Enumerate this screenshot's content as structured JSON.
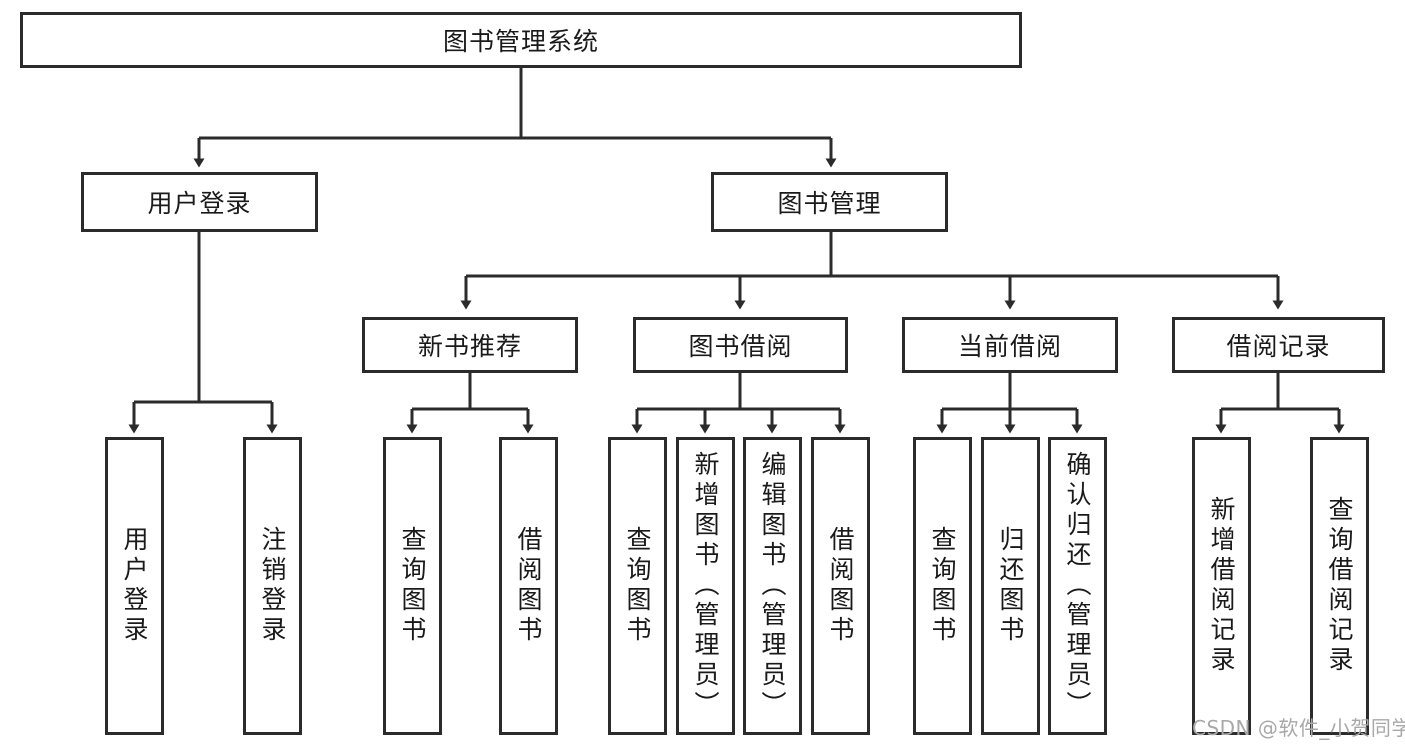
{
  "diagram": {
    "title": "图书管理系统",
    "type": "hierarchy-tree",
    "colors": {
      "box_border": "#2b2b2b",
      "box_fill": "#ffffff",
      "edge": "#2b2b2b",
      "text": "#1a1a1a",
      "watermark": "#a8a8a8"
    },
    "root": {
      "label": "图书管理系统"
    },
    "level2": [
      {
        "label": "用户登录"
      },
      {
        "label": "图书管理"
      }
    ],
    "level3": [
      {
        "label": "新书推荐"
      },
      {
        "label": "图书借阅"
      },
      {
        "label": "当前借阅"
      },
      {
        "label": "借阅记录"
      }
    ],
    "leaves": {
      "user_login": [
        {
          "label": "用户登录"
        },
        {
          "label": "注销登录"
        }
      ],
      "new_book_recommend": [
        {
          "label": "查询图书"
        },
        {
          "label": "借阅图书"
        }
      ],
      "book_borrow": [
        {
          "label": "查询图书"
        },
        {
          "label": "新增图书（管理员）"
        },
        {
          "label": "编辑图书（管理员）"
        },
        {
          "label": "借阅图书"
        }
      ],
      "current_borrow": [
        {
          "label": "查询图书"
        },
        {
          "label": "归还图书"
        },
        {
          "label": "确认归还（管理员）"
        }
      ],
      "borrow_record": [
        {
          "label": "新增借阅记录"
        },
        {
          "label": "查询借阅记录"
        }
      ]
    }
  },
  "watermark": {
    "text": "CSDN @软件_小贺同学"
  }
}
